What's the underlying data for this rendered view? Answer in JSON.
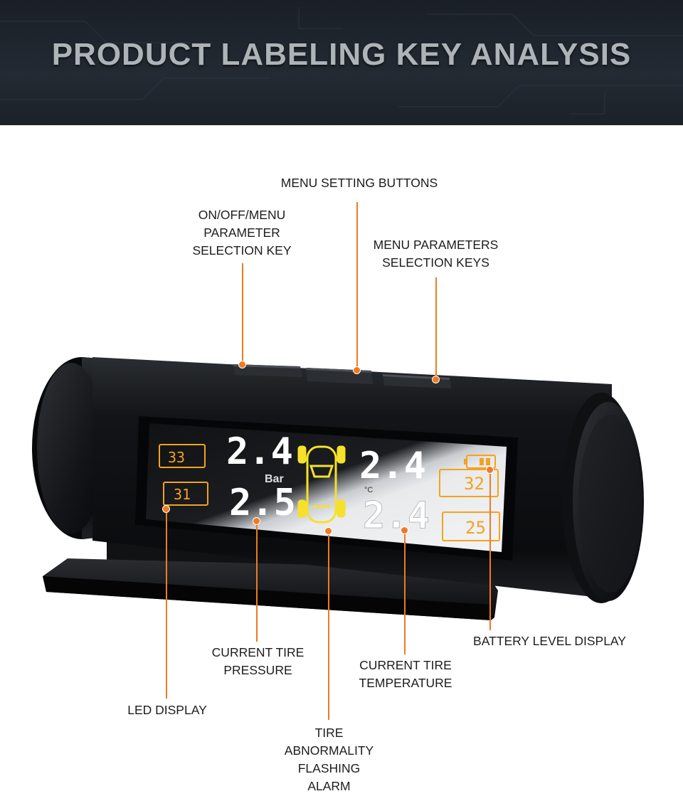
{
  "banner": {
    "title": "PRODUCT LABELING KEY ANALYSIS"
  },
  "labels": {
    "menu_buttons": "MENU SETTING BUTTONS",
    "on_off_key": [
      "ON/OFF/MENU",
      "PARAMETER",
      "SELECTION KEY"
    ],
    "param_keys": [
      "MENU PARAMETERS",
      "SELECTION KEYS"
    ],
    "battery": "BATTERY LEVEL DISPLAY",
    "pressure": [
      "CURRENT TIRE",
      "PRESSURE"
    ],
    "temperature": [
      "CURRENT TIRE",
      "TEMPERATURE"
    ],
    "led": "LED DISPLAY",
    "alarm": [
      "TIRE",
      "ABNORMALITY",
      "FLASHING",
      "ALARM"
    ]
  },
  "display": {
    "pressure_fl": "2.4",
    "pressure_fr": "2.4",
    "pressure_rl": "2.5",
    "pressure_rr": "2.4",
    "unit": "Bar",
    "temp_unit": "°C",
    "temp_fl": "33",
    "temp_rl": "31",
    "temp_fr": "32",
    "temp_rr": "25"
  },
  "colors": {
    "accent": "#f07a22",
    "lcd_amber": "#f4a21f",
    "car_yellow": "#f5e12a"
  }
}
